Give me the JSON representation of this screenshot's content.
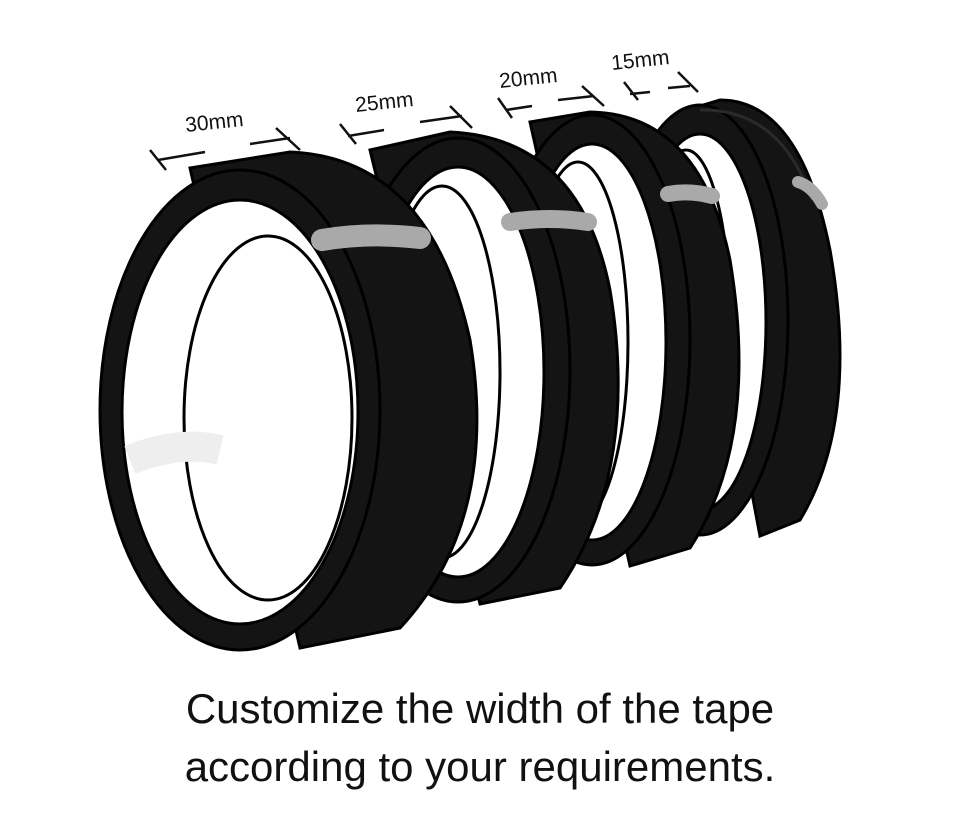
{
  "tapes": [
    {
      "width_label": "30mm"
    },
    {
      "width_label": "25mm"
    },
    {
      "width_label": "20mm"
    },
    {
      "width_label": "15mm"
    }
  ],
  "caption": {
    "line1": "Customize the width of the tape",
    "line2": "according to your requirements."
  },
  "colors": {
    "tape": "#141414",
    "tape_edge": "#2a2a2a",
    "core": "#ffffff",
    "highlight": "#a9a9a9",
    "text": "#111111"
  }
}
